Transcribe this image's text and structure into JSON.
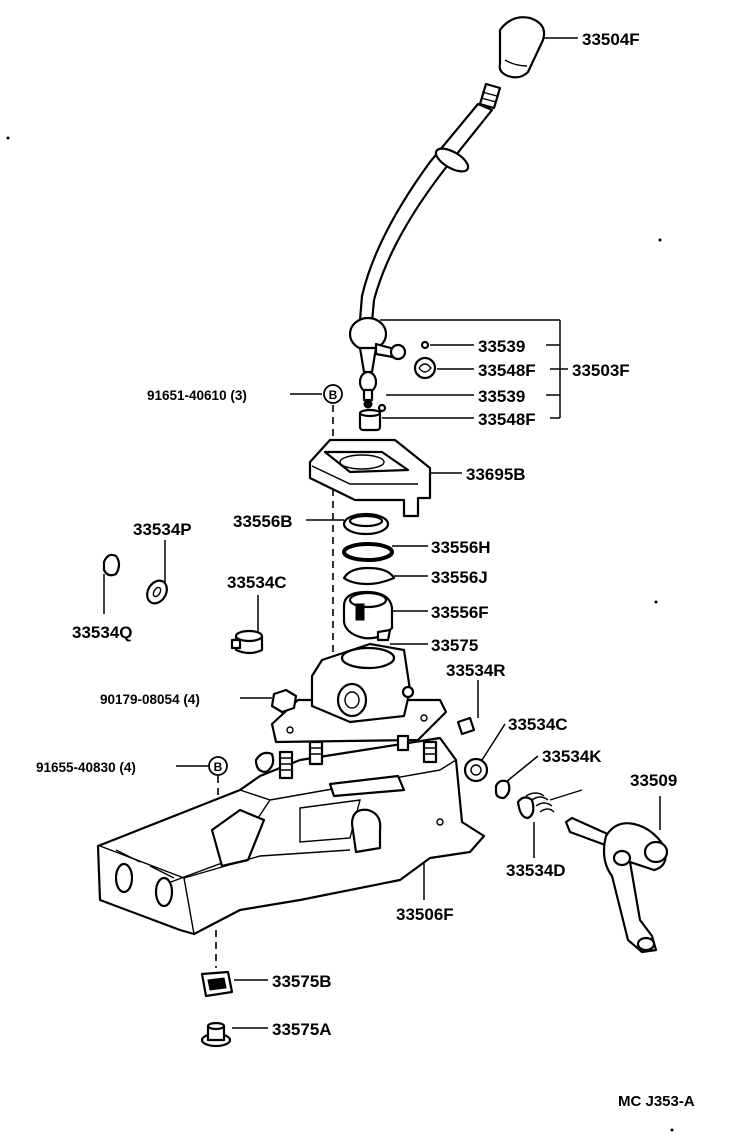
{
  "diagram_id": "MC J353-A",
  "part_labels": {
    "p33504F": "33504F",
    "p33539_a": "33539",
    "p33548F_a": "33548F",
    "p33539_b": "33539",
    "p33548F_b": "33548F",
    "p33503F": "33503F",
    "p91651": "91651-40610 (3)",
    "p33695B": "33695B",
    "p33556B": "33556B",
    "p33556H": "33556H",
    "p33556J": "33556J",
    "p33556F": "33556F",
    "p33575": "33575",
    "p33534P": "33534P",
    "p33534Q": "33534Q",
    "p33534C_a": "33534C",
    "p90179": "90179-08054 (4)",
    "p33534R": "33534R",
    "p33534C_b": "33534C",
    "p33534K": "33534K",
    "p91655": "91655-40830 (4)",
    "p33509": "33509",
    "p33534D": "33534D",
    "p33506F": "33506F",
    "p33575B": "33575B",
    "p33575A": "33575A"
  },
  "bolt_marker": "B"
}
